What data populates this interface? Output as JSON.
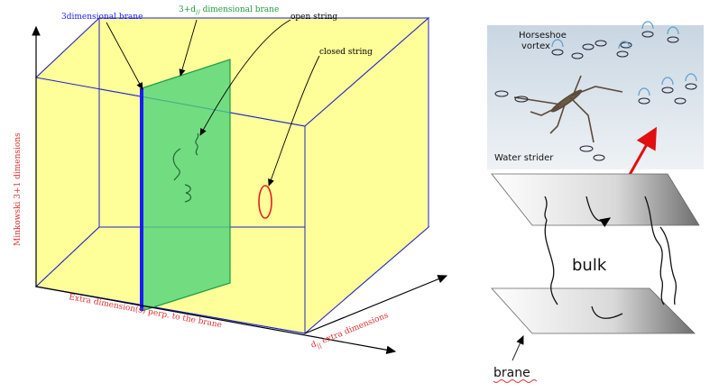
{
  "left_diagram": {
    "label_3d_brane": "3dimensional brane",
    "label_3d_brane_parallel_prefix": "3+d",
    "label_3d_brane_parallel_sub": "//",
    "label_3d_brane_parallel_suffix": " dimensional brane",
    "label_open_string": "open string",
    "label_closed_string": "closed string",
    "axis_vertical": "Minkowski 3+1 dimensions",
    "axis_perp": "Extra dimension(s) perp. to the brane",
    "axis_parallel_prefix": "d",
    "axis_parallel_sub": "||",
    "axis_parallel_suffix": " extra dimensions"
  },
  "right_diagram": {
    "label_horseshoe_line1": "Horseshoe",
    "label_horseshoe_line2": "vortex",
    "label_water_strider": "Water strider",
    "label_bulk": "bulk",
    "label_brane": "brane"
  },
  "colors": {
    "box_fill": "#ffff99",
    "box_edge": "#2222cc",
    "brane_green": "#33cc66",
    "brane_blue": "#1a1aff",
    "label_red": "#e03030",
    "arrow_red": "#e01010"
  }
}
